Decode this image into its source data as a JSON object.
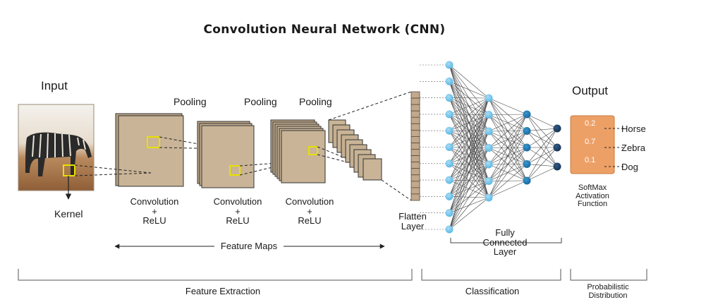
{
  "title": "Convolution  Neural  Network (CNN)",
  "input_label": "Input",
  "kernel_label": "Kernel",
  "pooling_labels": [
    "Pooling",
    "Pooling",
    "Pooling"
  ],
  "conv_stages": [
    {
      "line1": "Convolution",
      "line2": "+",
      "line3": "ReLU"
    },
    {
      "line1": "Convolution",
      "line2": "+",
      "line3": "ReLU"
    },
    {
      "line1": "Convolution",
      "line2": "+",
      "line3": "ReLU"
    }
  ],
  "feature_maps_label": "Feature  Maps",
  "flatten_label": {
    "line1": "Flatten",
    "line2": "Layer"
  },
  "fc_label": {
    "line1": "Fully",
    "line2": "Connected",
    "line3": "Layer"
  },
  "output_label": "Output",
  "softmax_label": {
    "line1": "SoftMax",
    "line2": "Activation",
    "line3": "Function"
  },
  "outputs": [
    {
      "class": "Horse",
      "prob": "0.2"
    },
    {
      "class": "Zebra",
      "prob": "0.7"
    },
    {
      "class": "Dog",
      "prob": "0.1"
    }
  ],
  "sections": {
    "feature_extraction": "Feature Extraction",
    "classification": "Classification",
    "probabilistic": {
      "line1": "Probabilistic",
      "line2": "Distribution"
    }
  },
  "colors": {
    "map_fill": "#c9b497",
    "kernel": "#e8e000",
    "flatten_fill": "#c2a88c",
    "node_light": "#6cc3ea",
    "node_mid": "#1f78b0",
    "node_dark": "#1c3f66",
    "output_box": "#eda066",
    "zebra_bg": "#b07a4e"
  }
}
